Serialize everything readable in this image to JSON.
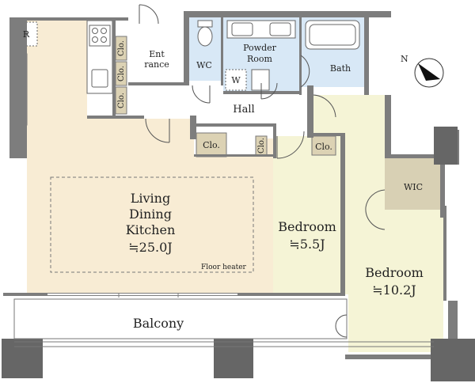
{
  "rooms": {
    "living": {
      "line1": "Living",
      "line2": "Dining",
      "line3": "Kitchen",
      "size": "≒25.0J"
    },
    "bedroom1": {
      "name": "Bedroom",
      "size": "≒5.5J"
    },
    "bedroom2": {
      "name": "Bedroom",
      "size": "≒10.2J"
    },
    "balcony": "Balcony",
    "hall": "Hall",
    "entrance_1": "Ent",
    "entrance_2": "rance",
    "wc": "WC",
    "powder_1": "Powder",
    "powder_2": "Room",
    "bath": "Bath",
    "wic": "WIC"
  },
  "closets": {
    "clo": "Clo.",
    "washer": "W",
    "refrigerator": "R"
  },
  "floor_heater": "Floor heater",
  "compass": "N",
  "colors": {
    "living": "#f8ecd4",
    "bedroom": "#f5f4d6",
    "wet": "#d8e8f6",
    "closet": "#dcd2b4",
    "wic": "#d8d0b4",
    "wall": "#7d7d7d",
    "wall_dark": "#666666"
  }
}
